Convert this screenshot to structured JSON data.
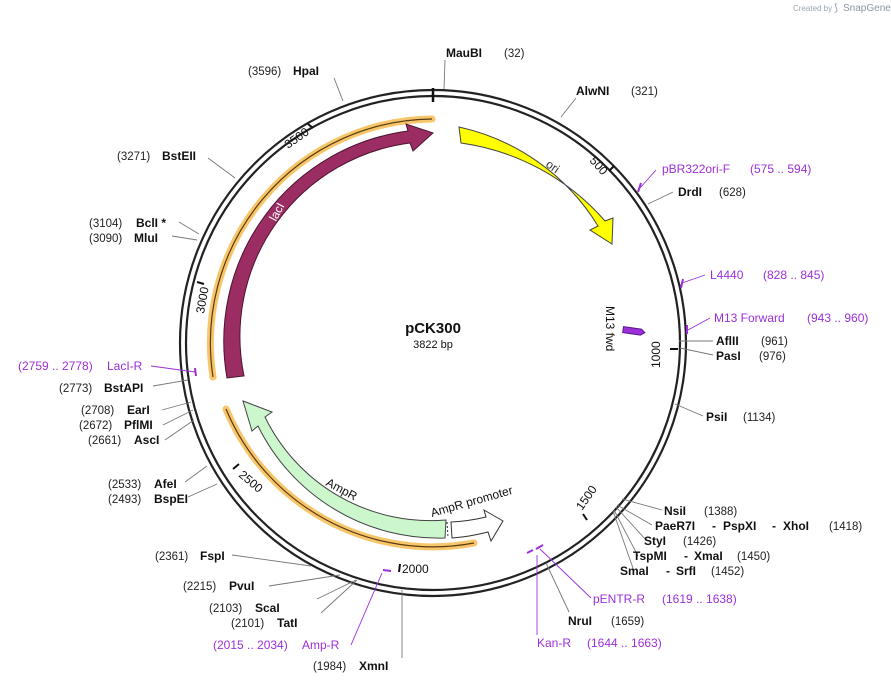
{
  "credit": {
    "prefix": "Created by",
    "brand": "SnapGene"
  },
  "plasmid": {
    "name": "pCK300",
    "size_label": "3822 bp"
  },
  "features": {
    "ori": "ori",
    "lacI": "lacI",
    "ampR": "AmpR",
    "ampR_promoter": "AmpR promoter",
    "m13fwd": "M13 fwd"
  },
  "ticks": [
    "500",
    "1000",
    "1500",
    "2000",
    "2500",
    "3000",
    "3500"
  ],
  "right_sites": [
    {
      "name": "MauBI",
      "pos": "(32)"
    },
    {
      "name": "AlwNI",
      "pos": "(321)"
    },
    {
      "name": "DrdI",
      "pos": "(628)"
    },
    {
      "name": "AflII",
      "pos": "(961)"
    },
    {
      "name": "PasI",
      "pos": "(976)"
    },
    {
      "name": "PsiI",
      "pos": "(1134)"
    },
    {
      "name": "NsiI",
      "pos": "(1388)"
    },
    {
      "name": "PaeR7I",
      "sep": "-",
      "name2": "PspXI",
      "sep2": "-",
      "name3": "XhoI",
      "pos": "(1418)"
    },
    {
      "name": "StyI",
      "pos": "(1426)"
    },
    {
      "name": "TspMI",
      "sep": "-",
      "name2": "XmaI",
      "pos": "(1450)"
    },
    {
      "name": "SmaI",
      "sep": "-",
      "name2": "SrfI",
      "pos": "(1452)"
    },
    {
      "name": "NruI",
      "pos": "(1659)"
    }
  ],
  "left_sites": [
    {
      "name": "HpaI",
      "pos": "(3596)"
    },
    {
      "name": "BstEII",
      "pos": "(3271)"
    },
    {
      "name": "BclI *",
      "pos": "(3104)"
    },
    {
      "name": "MluI",
      "pos": "(3090)"
    },
    {
      "name": "BstAPI",
      "pos": "(2773)"
    },
    {
      "name": "EarI",
      "pos": "(2708)"
    },
    {
      "name": "PflMI",
      "pos": "(2672)"
    },
    {
      "name": "AscI",
      "pos": "(2661)"
    },
    {
      "name": "AfeI",
      "pos": "(2533)"
    },
    {
      "name": "BspEI",
      "pos": "(2493)"
    },
    {
      "name": "FspI",
      "pos": "(2361)"
    },
    {
      "name": "PvuI",
      "pos": "(2215)"
    },
    {
      "name": "ScaI",
      "pos": "(2103)"
    },
    {
      "name": "TatI",
      "pos": "(2101)"
    },
    {
      "name": "XmnI",
      "pos": "(1984)"
    }
  ],
  "primers": [
    {
      "name": "pBR322ori-F",
      "range": "(575 .. 594)"
    },
    {
      "name": "L4440",
      "range": "(828 .. 845)"
    },
    {
      "name": "M13 Forward",
      "range": "(943 .. 960)"
    },
    {
      "name": "pENTR-R",
      "range": "(1619 .. 1638)"
    },
    {
      "name": "Kan-R",
      "range": "(1644 .. 1663)"
    },
    {
      "name": "Amp-R",
      "range": "(2015 .. 2034)"
    },
    {
      "name": "LacI-R",
      "range": "(2759 .. 2778)"
    }
  ],
  "colors": {
    "ori": "#ffff00",
    "lacI": "#9b2d63",
    "ampR": "#ccf7cc",
    "orange_band": "#f7c66b",
    "primer": "#9b30d9",
    "backbone": "#222222"
  }
}
